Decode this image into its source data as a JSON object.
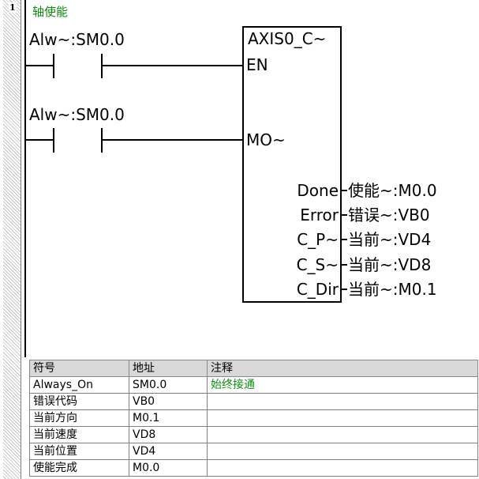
{
  "rung": {
    "number": "1",
    "title": "轴使能"
  },
  "contacts": [
    {
      "label": "Alw~:SM0.0"
    },
    {
      "label": "Alw~:SM0.0"
    }
  ],
  "block": {
    "name": "AXIS0_C~",
    "inputs": [
      {
        "pin": "EN"
      },
      {
        "pin": "MO~"
      }
    ],
    "outputs": [
      {
        "pin": "Done",
        "operand": "使能~:M0.0"
      },
      {
        "pin": "Error",
        "operand": "错误~:VB0"
      },
      {
        "pin": "C_P~",
        "operand": "当前~:VD4"
      },
      {
        "pin": "C_S~",
        "operand": "当前~:VD8"
      },
      {
        "pin": "C_Dir",
        "operand": "当前~:M0.1"
      }
    ]
  },
  "symbol_table": {
    "headers": {
      "symbol": "符号",
      "address": "地址",
      "comment": "注释"
    },
    "rows": [
      {
        "symbol": "Always_On",
        "address": "SM0.0",
        "comment": "始终接通"
      },
      {
        "symbol": "错误代码",
        "address": "VB0",
        "comment": ""
      },
      {
        "symbol": "当前方向",
        "address": "M0.1",
        "comment": ""
      },
      {
        "symbol": "当前速度",
        "address": "VD8",
        "comment": ""
      },
      {
        "symbol": "当前位置",
        "address": "VD4",
        "comment": ""
      },
      {
        "symbol": "使能完成",
        "address": "M0.0",
        "comment": ""
      }
    ]
  },
  "colors": {
    "comment_green": "#118a11",
    "header_gray": "#d8d8d8",
    "gutter_hatch": "#c4c4c4"
  }
}
